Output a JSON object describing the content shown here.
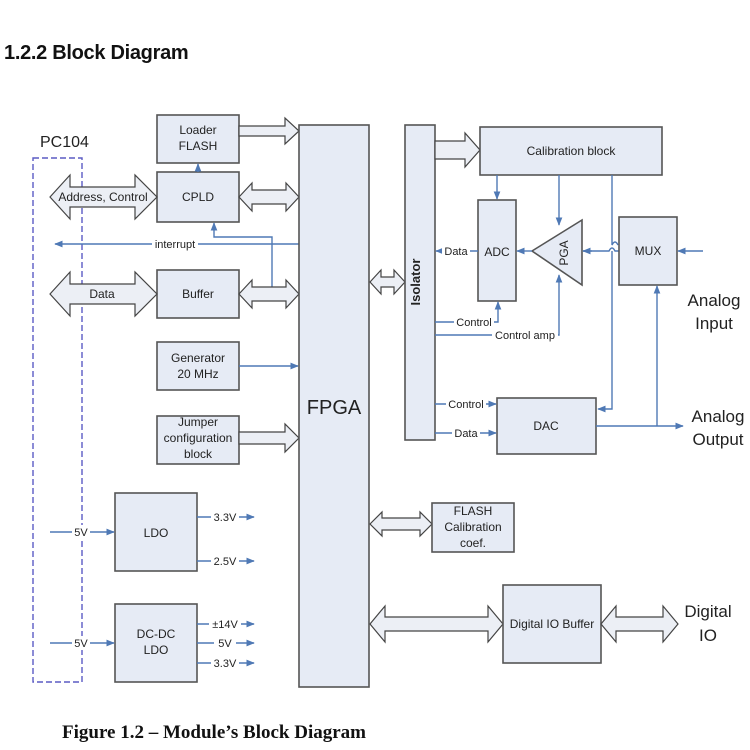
{
  "heading": "1.2.2 Block Diagram",
  "caption": "Figure 1.2 – Module’s Block Diagram",
  "colors": {
    "block_fill": "#e6ebf5",
    "signal_line": "#4f79b5",
    "pc104_border": "#5b5bc4"
  },
  "pc104": {
    "label": "PC104"
  },
  "blocks": {
    "loader_flash": [
      "Loader",
      "FLASH"
    ],
    "cpld": "CPLD",
    "buffer": "Buffer",
    "generator": [
      "Generator",
      "20 MHz"
    ],
    "jumper": [
      "Jumper",
      "configuration",
      "block"
    ],
    "ldo": "LDO",
    "dcdc": [
      "DC-DC",
      "LDO"
    ],
    "fpga": "FPGA",
    "isolator": "Isolator",
    "calibration": "Calibration block",
    "adc": "ADC",
    "pga": "PGA",
    "mux": "MUX",
    "dac": "DAC",
    "flash_cal": [
      "FLASH",
      "Calibration",
      "coef."
    ],
    "dio_buffer": "Digital IO Buffer"
  },
  "signals": {
    "address_control": "Address, Control",
    "data_bus": "Data",
    "interrupt": "interrupt",
    "adc_data": "Data",
    "adc_control": "Control",
    "control_amp": "Control amp",
    "dac_control": "Control",
    "dac_data": "Data",
    "ldo_in": "5V",
    "ldo_out1": "3.3V",
    "ldo_out2": "2.5V",
    "dcdc_in": "5V",
    "dcdc_out1": "±14V",
    "dcdc_out2": "5V",
    "dcdc_out3": "3.3V"
  },
  "external": {
    "analog_input": [
      "Analog",
      "Input"
    ],
    "analog_output": [
      "Analog",
      "Output"
    ],
    "digital_io": [
      "Digital",
      "IO"
    ]
  }
}
